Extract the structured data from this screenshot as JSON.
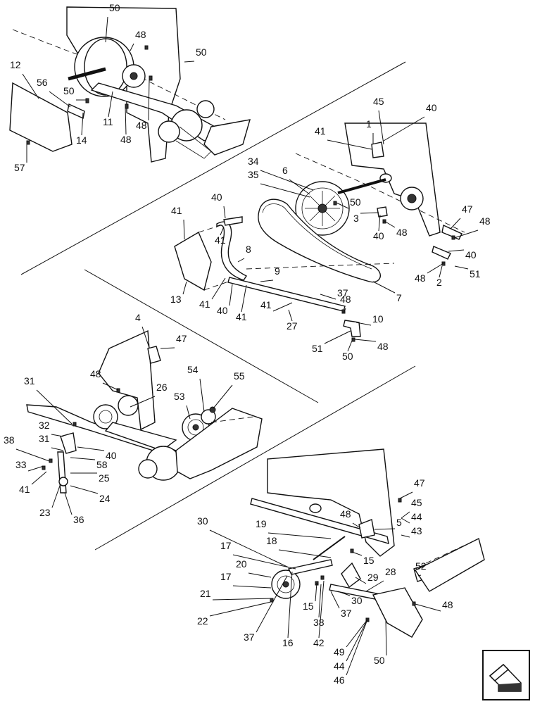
{
  "callouts": [
    {
      "id": "c1",
      "text": "50"
    },
    {
      "id": "c2",
      "text": "48"
    },
    {
      "id": "c3",
      "text": "50"
    },
    {
      "id": "c4",
      "text": "12"
    },
    {
      "id": "c5",
      "text": "56"
    },
    {
      "id": "c6",
      "text": "50"
    },
    {
      "id": "c7",
      "text": "11"
    },
    {
      "id": "c8",
      "text": "48"
    },
    {
      "id": "c9",
      "text": "48"
    },
    {
      "id": "c10",
      "text": "14"
    },
    {
      "id": "c11",
      "text": "57"
    },
    {
      "id": "c12",
      "text": "45"
    },
    {
      "id": "c13",
      "text": "40"
    },
    {
      "id": "c14",
      "text": "41"
    },
    {
      "id": "c15",
      "text": "1"
    },
    {
      "id": "c16",
      "text": "34"
    },
    {
      "id": "c17",
      "text": "35"
    },
    {
      "id": "c18",
      "text": "6"
    },
    {
      "id": "c19",
      "text": "40"
    },
    {
      "id": "c20",
      "text": "41"
    },
    {
      "id": "c21",
      "text": "50"
    },
    {
      "id": "c22",
      "text": "47"
    },
    {
      "id": "c23",
      "text": "3"
    },
    {
      "id": "c24",
      "text": "48"
    },
    {
      "id": "c25",
      "text": "48"
    },
    {
      "id": "c26",
      "text": "40"
    },
    {
      "id": "c27",
      "text": "41"
    },
    {
      "id": "c28",
      "text": "8"
    },
    {
      "id": "c29",
      "text": "40"
    },
    {
      "id": "c30",
      "text": "48"
    },
    {
      "id": "c31",
      "text": "51"
    },
    {
      "id": "c32",
      "text": "2"
    },
    {
      "id": "c33",
      "text": "9"
    },
    {
      "id": "c34",
      "text": "13"
    },
    {
      "id": "c35",
      "text": "41"
    },
    {
      "id": "c36",
      "text": "40"
    },
    {
      "id": "c37",
      "text": "41"
    },
    {
      "id": "c38",
      "text": "37"
    },
    {
      "id": "c39",
      "text": "7"
    },
    {
      "id": "c40",
      "text": "41"
    },
    {
      "id": "c41",
      "text": "48"
    },
    {
      "id": "c42",
      "text": "27"
    },
    {
      "id": "c43",
      "text": "10"
    },
    {
      "id": "c44",
      "text": "51"
    },
    {
      "id": "c45",
      "text": "48"
    },
    {
      "id": "c46",
      "text": "50"
    },
    {
      "id": "c47",
      "text": "4"
    },
    {
      "id": "c48",
      "text": "47"
    },
    {
      "id": "c49",
      "text": "54"
    },
    {
      "id": "c50",
      "text": "55"
    },
    {
      "id": "c51",
      "text": "48"
    },
    {
      "id": "c52",
      "text": "31"
    },
    {
      "id": "c53",
      "text": "26"
    },
    {
      "id": "c54",
      "text": "53"
    },
    {
      "id": "c55",
      "text": "32"
    },
    {
      "id": "c56",
      "text": "31"
    },
    {
      "id": "c57",
      "text": "40"
    },
    {
      "id": "c58",
      "text": "38"
    },
    {
      "id": "c59",
      "text": "58"
    },
    {
      "id": "c60",
      "text": "33"
    },
    {
      "id": "c61",
      "text": "25"
    },
    {
      "id": "c62",
      "text": "41"
    },
    {
      "id": "c63",
      "text": "24"
    },
    {
      "id": "c64",
      "text": "23"
    },
    {
      "id": "c65",
      "text": "36"
    },
    {
      "id": "c66",
      "text": "47"
    },
    {
      "id": "c67",
      "text": "45"
    },
    {
      "id": "c68",
      "text": "44"
    },
    {
      "id": "c69",
      "text": "43"
    },
    {
      "id": "c70",
      "text": "48"
    },
    {
      "id": "c71",
      "text": "5"
    },
    {
      "id": "c72",
      "text": "30"
    },
    {
      "id": "c73",
      "text": "19"
    },
    {
      "id": "c74",
      "text": "18"
    },
    {
      "id": "c75",
      "text": "17"
    },
    {
      "id": "c76",
      "text": "15"
    },
    {
      "id": "c77",
      "text": "20"
    },
    {
      "id": "c78",
      "text": "29"
    },
    {
      "id": "c79",
      "text": "28"
    },
    {
      "id": "c80",
      "text": "52"
    },
    {
      "id": "c81",
      "text": "17"
    },
    {
      "id": "c82",
      "text": "21"
    },
    {
      "id": "c83",
      "text": "15"
    },
    {
      "id": "c84",
      "text": "30"
    },
    {
      "id": "c85",
      "text": "48"
    },
    {
      "id": "c86",
      "text": "22"
    },
    {
      "id": "c87",
      "text": "38"
    },
    {
      "id": "c88",
      "text": "37"
    },
    {
      "id": "c89",
      "text": "37"
    },
    {
      "id": "c90",
      "text": "16"
    },
    {
      "id": "c91",
      "text": "42"
    },
    {
      "id": "c92",
      "text": "49"
    },
    {
      "id": "c93",
      "text": "44"
    },
    {
      "id": "c94",
      "text": "46"
    },
    {
      "id": "c95",
      "text": "50"
    }
  ]
}
